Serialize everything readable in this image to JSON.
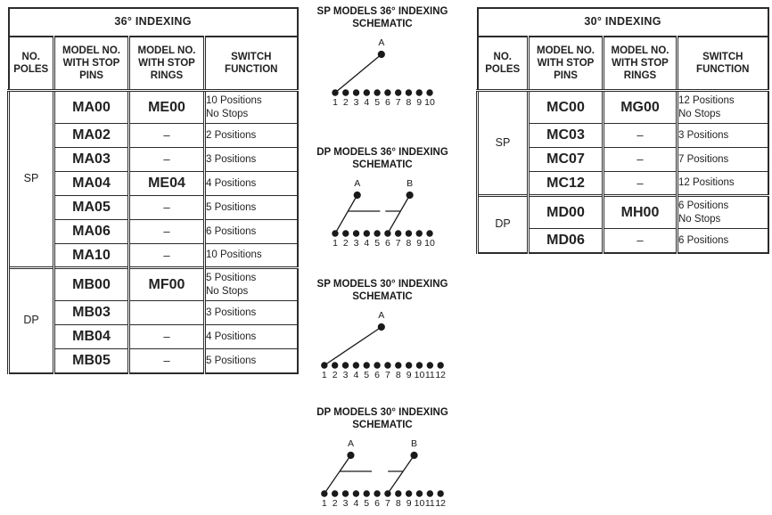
{
  "page": {
    "background": "#ffffff",
    "ink_color": "#1a1a1a",
    "border_color": "#2b2b2b",
    "model_number_color": "#9E1B32"
  },
  "tables": [
    {
      "id": "indexing-36",
      "title": "36° INDEXING",
      "headers": [
        "NO.\nPOLES",
        "MODEL NO.\nWITH STOP\nPINS",
        "MODEL NO.\nWITH STOP\nRINGS",
        "SWITCH\nFUNCTION"
      ],
      "groups": [
        {
          "poles": "SP",
          "rows": [
            [
              "MA00",
              "ME00",
              "10 Positions\nNo Stops"
            ],
            [
              "MA02",
              "–",
              "2 Positions"
            ],
            [
              "MA03",
              "–",
              "3 Positions"
            ],
            [
              "MA04",
              "ME04",
              "4 Positions"
            ],
            [
              "MA05",
              "–",
              "5 Positions"
            ],
            [
              "MA06",
              "–",
              "6 Positions"
            ],
            [
              "MA10",
              "–",
              "10 Positions"
            ]
          ]
        },
        {
          "poles": "DP",
          "rows": [
            [
              "MB00",
              "MF00",
              "5 Positions\nNo Stops"
            ],
            [
              "MB03",
              "",
              "3 Positions"
            ],
            [
              "MB04",
              "–",
              "4 Positions"
            ],
            [
              "MB05",
              "–",
              "5 Positions"
            ]
          ]
        }
      ]
    },
    {
      "id": "indexing-30",
      "title": "30° INDEXING",
      "headers": [
        "NO.\nPOLES",
        "MODEL NO.\nWITH STOP\nPINS",
        "MODEL NO.\nWITH STOP\nRINGS",
        "SWITCH\nFUNCTION"
      ],
      "groups": [
        {
          "poles": "SP",
          "rows": [
            [
              "MC00",
              "MG00",
              "12 Positions\nNo Stops"
            ],
            [
              "MC03",
              "–",
              "3 Positions"
            ],
            [
              "MC07",
              "–",
              "7 Positions"
            ],
            [
              "MC12",
              "–",
              "12 Positions"
            ]
          ]
        },
        {
          "poles": "DP",
          "rows": [
            [
              "MD00",
              "MH00",
              "6 Positions\nNo Stops"
            ],
            [
              "MD06",
              "–",
              "6 Positions"
            ]
          ]
        }
      ]
    }
  ],
  "schematics": [
    {
      "name": "sp-36",
      "title": "SP MODELS 36° INDEXING",
      "subtitle": "SCHEMATIC",
      "positions": 10,
      "position_labels": [
        "1",
        "2",
        "3",
        "4",
        "5",
        "6",
        "7",
        "8",
        "9",
        "10"
      ],
      "poles": [
        {
          "label": "A",
          "contact": 1,
          "apex": 5.4
        }
      ]
    },
    {
      "name": "dp-36",
      "title": "DP MODELS 36° INDEXING",
      "subtitle": "SCHEMATIC",
      "positions": 10,
      "position_labels": [
        "1",
        "2",
        "3",
        "4",
        "5",
        "6",
        "7",
        "8",
        "9",
        "10"
      ],
      "poles": [
        {
          "label": "A",
          "contact": 1,
          "apex": 3.1
        },
        {
          "label": "B",
          "contact": 6,
          "apex": 8.1
        }
      ]
    },
    {
      "name": "sp-30",
      "title": "SP MODELS 30° INDEXING",
      "subtitle": "SCHEMATIC",
      "positions": 12,
      "position_labels": [
        "1",
        "2",
        "3",
        "4",
        "5",
        "6",
        "7",
        "8",
        "9",
        "10",
        "11",
        "12"
      ],
      "poles": [
        {
          "label": "A",
          "contact": 1,
          "apex": 6.4
        }
      ]
    },
    {
      "name": "dp-30",
      "title": "DP MODELS 30° INDEXING",
      "subtitle": "SCHEMATIC",
      "positions": 12,
      "position_labels": [
        "1",
        "2",
        "3",
        "4",
        "5",
        "6",
        "7",
        "8",
        "9",
        "10",
        "11",
        "12"
      ],
      "poles": [
        {
          "label": "A",
          "contact": 1,
          "apex": 3.5
        },
        {
          "label": "B",
          "contact": 7,
          "apex": 9.5
        }
      ]
    }
  ]
}
